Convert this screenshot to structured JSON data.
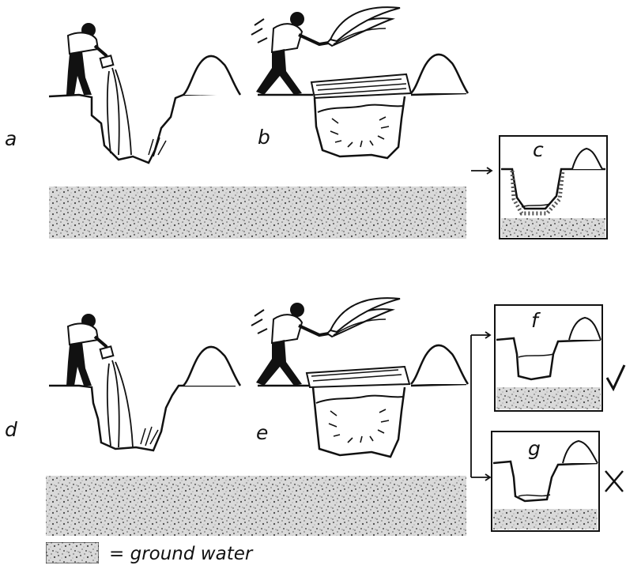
{
  "labels": {
    "a": "a",
    "b": "b",
    "c": "c",
    "d": "d",
    "e": "e",
    "f": "f",
    "g": "g"
  },
  "legend": {
    "equals": "=",
    "text": "ground water"
  },
  "marks": {
    "correct": "check-mark-icon",
    "incorrect": "cross-mark-icon"
  },
  "colors": {
    "ink": "#111111",
    "groundwater": "#9a9a9a"
  }
}
